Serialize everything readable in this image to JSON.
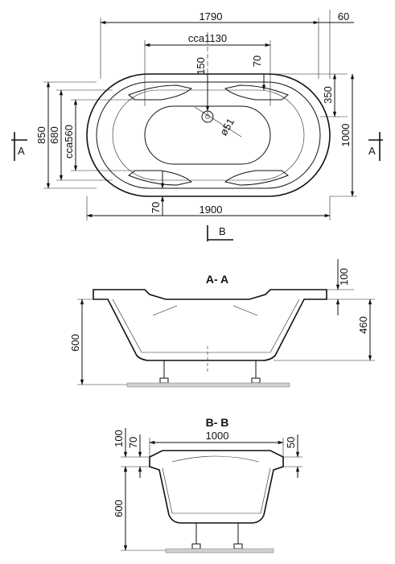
{
  "plan_view": {
    "dims": {
      "overall_length_top": "1790",
      "rim_offset": "60",
      "drain_spacing": "cca1130",
      "drain_offset": "150",
      "rim_step": "70",
      "head_depth": "350",
      "width_850": "850",
      "width_680": "680",
      "width_cca560": "cca560",
      "width_1000": "1000",
      "overflow_dia": "ø51",
      "bottom_step": "70",
      "overall_length_bottom": "1900"
    },
    "section_markers": {
      "left_a": "A",
      "right_a": "A",
      "bottom_b": "B"
    }
  },
  "section_aa": {
    "title": "A- A",
    "dims": {
      "height_600": "600",
      "rim_100": "100",
      "depth_460": "460"
    }
  },
  "section_bb": {
    "title": "B- B",
    "dims": {
      "width_1000": "1000",
      "rim_100": "100",
      "step_70": "70",
      "step_50": "50",
      "height_600": "600"
    }
  }
}
